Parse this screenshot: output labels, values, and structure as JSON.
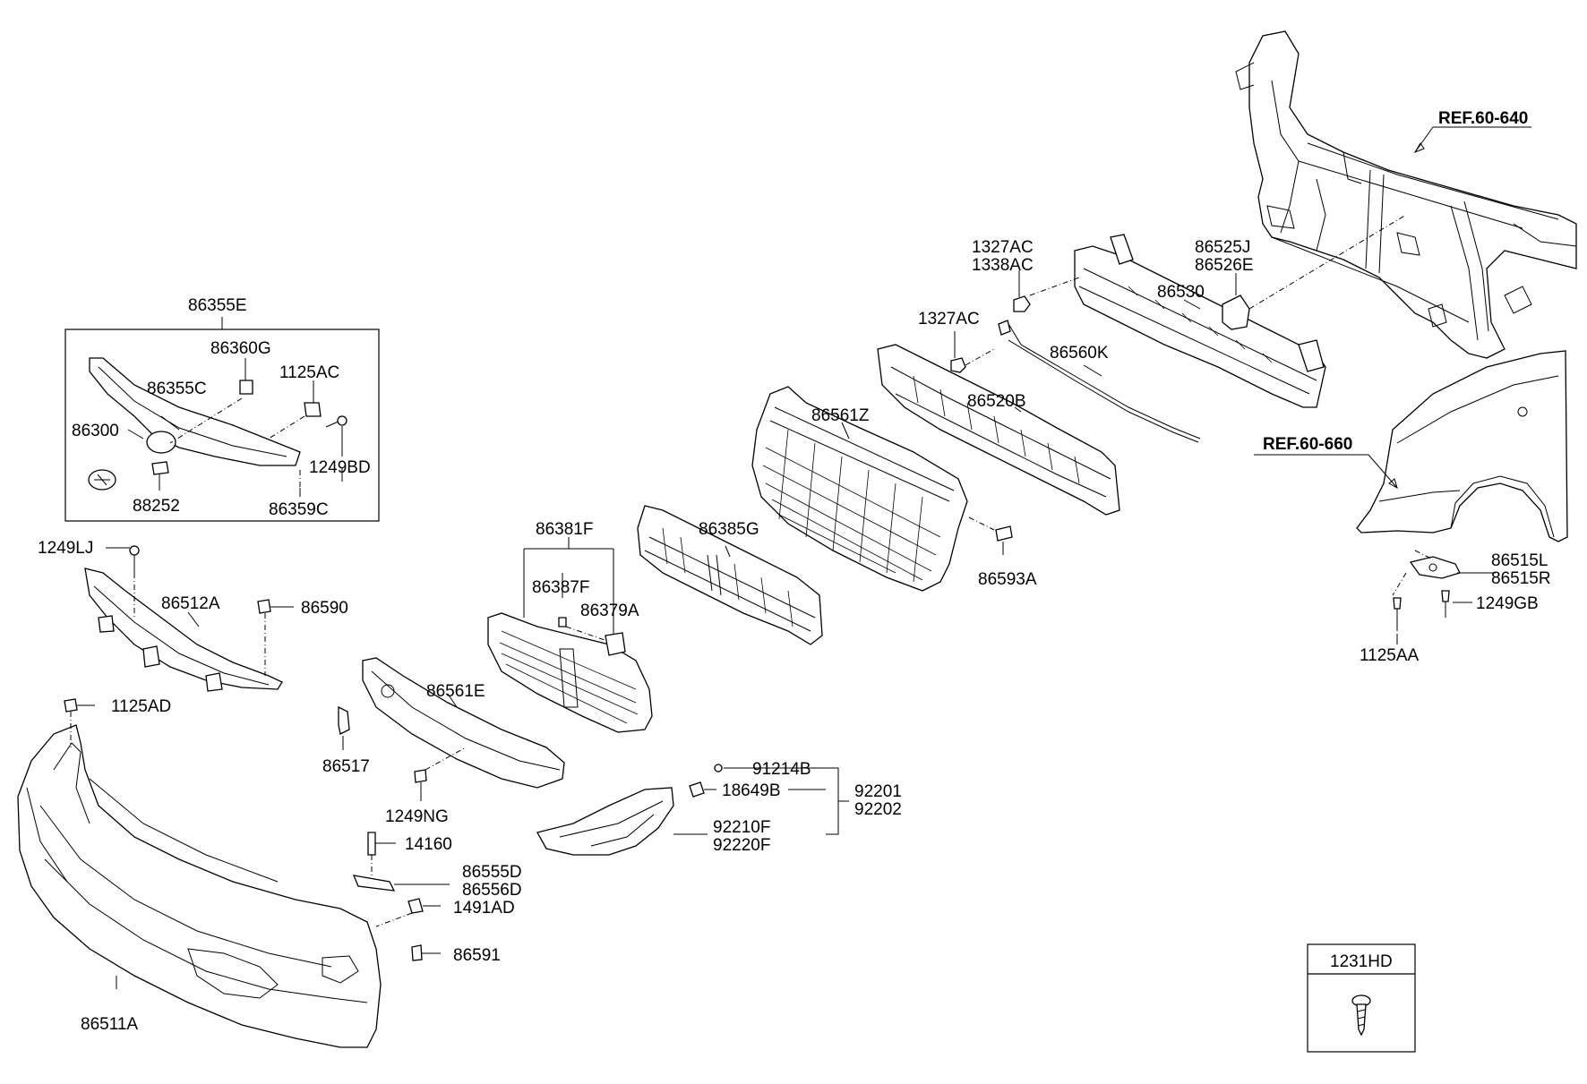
{
  "labels": {
    "p86355E": "86355E",
    "p86360G": "86360G",
    "p1125AC": "1125AC",
    "p86355C": "86355C",
    "p86300": "86300",
    "p1249BD": "1249BD",
    "p88252": "88252",
    "p86359C": "86359C",
    "p1249LJ": "1249LJ",
    "p86512A": "86512A",
    "p86590": "86590",
    "p1125AD": "1125AD",
    "p86511A": "86511A",
    "p86517": "86517",
    "p86561E": "86561E",
    "p1249NG": "1249NG",
    "p14160": "14160",
    "p86555D": "86555D",
    "p86556D": "86556D",
    "p1491AD": "1491AD",
    "p86591": "86591",
    "p86381F": "86381F",
    "p86387F": "86387F",
    "p86379A": "86379A",
    "p86385G": "86385G",
    "p86561Z": "86561Z",
    "p86593A": "86593A",
    "p86520B": "86520B",
    "p86560K": "86560K",
    "p1327AC_a": "1327AC",
    "p1338AC": "1338AC",
    "p1327AC_b": "1327AC",
    "p86530": "86530",
    "p86525J": "86525J",
    "p86526E": "86526E",
    "p91214B": "91214B",
    "p18649B": "18649B",
    "p92201": "92201",
    "p92202": "92202",
    "p92210F": "92210F",
    "p92220F": "92220F",
    "p86515L": "86515L",
    "p86515R": "86515R",
    "p1249GB": "1249GB",
    "p1125AA": "1125AA",
    "p1231HD": "1231HD"
  },
  "references": {
    "ref_60_640": "REF.60-640",
    "ref_60_660": "REF.60-660"
  }
}
